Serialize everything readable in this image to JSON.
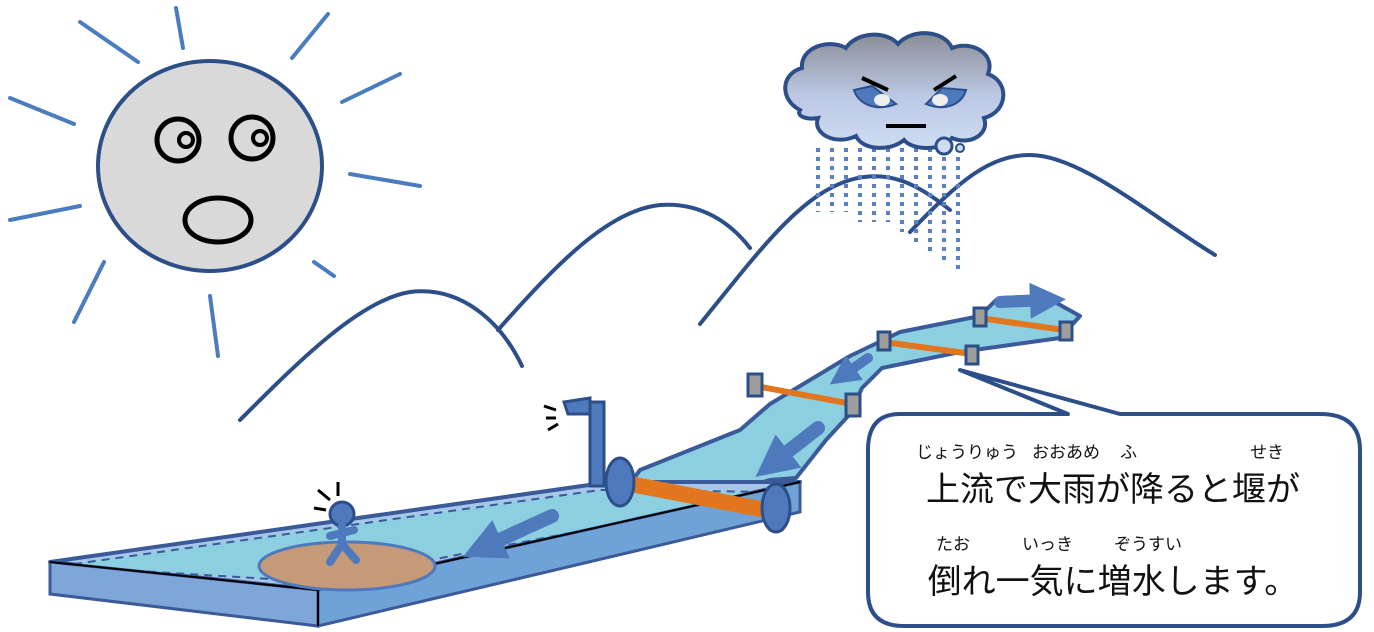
{
  "caption": {
    "ruby1": [
      "じょうりゅう",
      "おおあめ",
      "ふ",
      "せき"
    ],
    "line1": "上流で大雨が降ると堰が",
    "ruby2": [
      "たお",
      "いっき",
      "ぞうすい"
    ],
    "line2": "倒れ一気に増水します。"
  },
  "colors": {
    "outline": "#3b5a9a",
    "water": "#8ccfe0",
    "weir": "#e2761f",
    "sun": "#d9d9d9",
    "ray": "#4a7cc0",
    "arrow": "#4f79bd",
    "mud": "#c49a78"
  }
}
